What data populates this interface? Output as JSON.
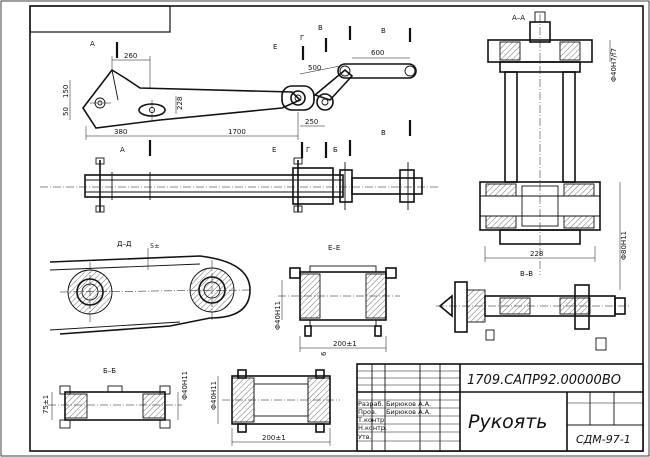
{
  "section_marks": {
    "a_top": "А",
    "b_top": "В",
    "g_top": "Г",
    "e_top": "Е",
    "v_right": "В",
    "a_plan": "А",
    "e_plan": "Е",
    "g_plan": "Г",
    "b_plan": "Б"
  },
  "dimensions": {
    "d260": "260",
    "d600": "600",
    "d500": "500",
    "d380": "380",
    "d1700": "1700",
    "d250": "250",
    "d228": "228",
    "r150": "150",
    "r50": "50",
    "d228b": "228",
    "phi_top": "Ф40H7/f7",
    "phi_right": "Ф80H11",
    "phi_de": "Ф40H11",
    "d200_de": "200±1",
    "d6": "6",
    "phi_bb1": "Ф40H11",
    "phi_bb2": "Ф40H11",
    "d200_bot": "200±1",
    "side_dim": "75±1",
    "small_dim": "5±"
  },
  "view_labels": {
    "aa": "А–А",
    "dd": "Д–Д",
    "ee": "Е–Е",
    "vv": "В–В",
    "bb": "Б–Б"
  },
  "title_block": {
    "doc_code": "1709.САПР92.00000ВО",
    "title": "Рукоять",
    "org": "СДМ-97-1",
    "names": [
      "Бирюков А.А.",
      "Бирюков А.А."
    ],
    "roles": [
      "Разраб.",
      "Пров.",
      "Т.контр.",
      "Н.контр.",
      "Утв."
    ]
  }
}
